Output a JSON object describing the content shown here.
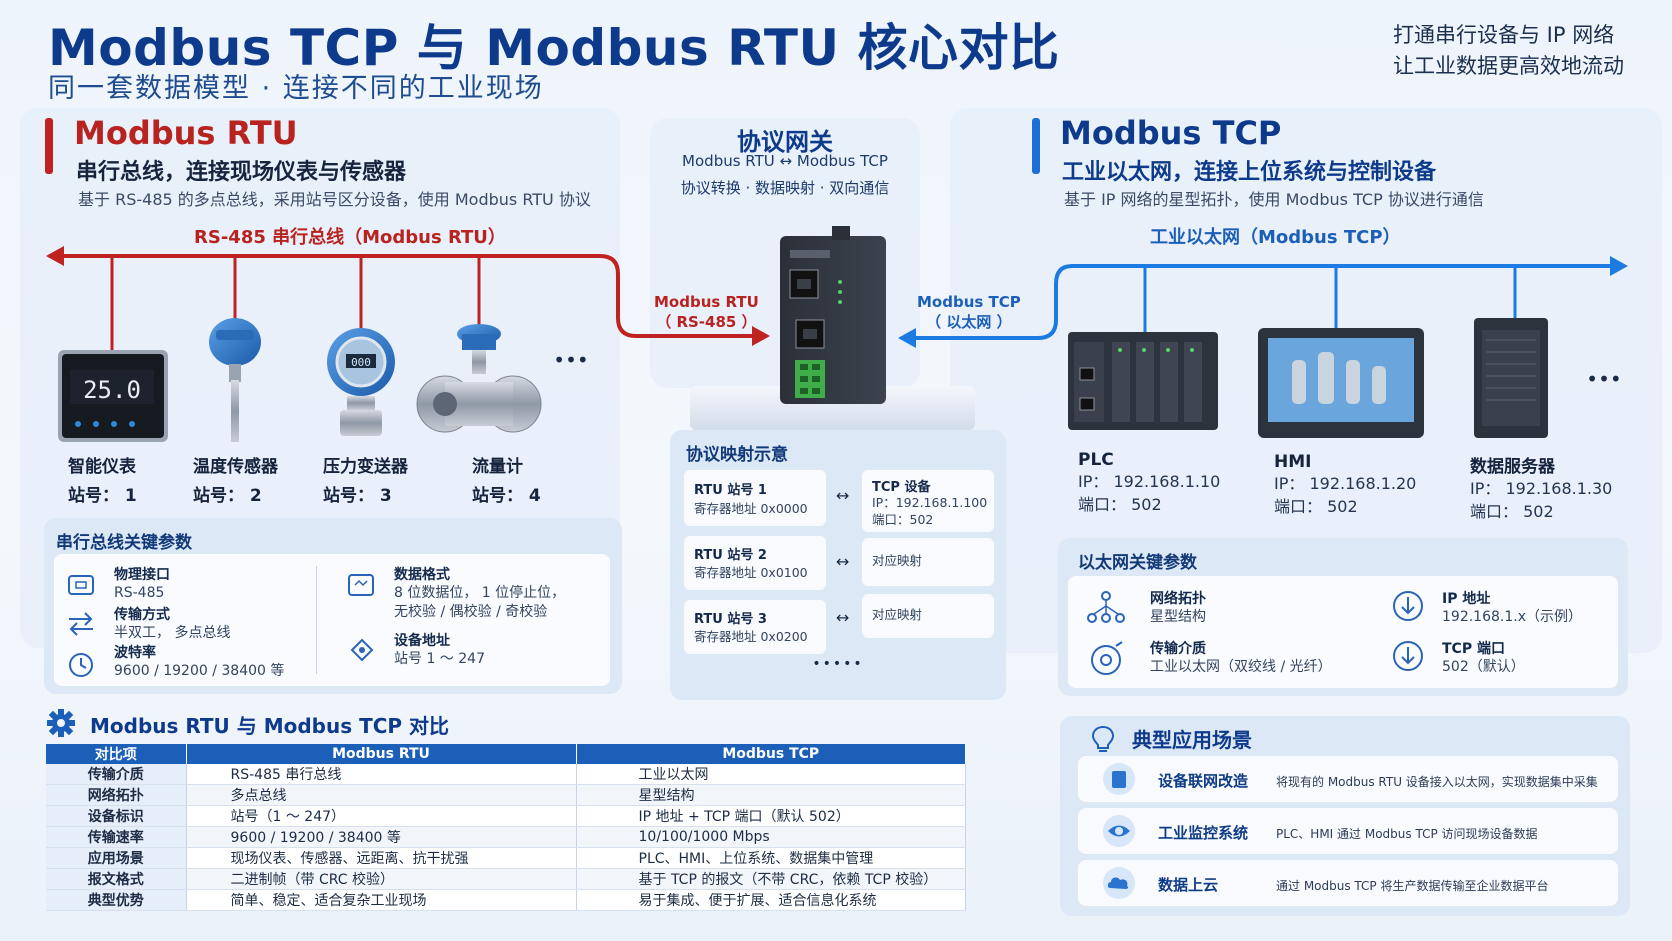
{
  "header": {
    "title": "Modbus TCP 与 Modbus RTU 核心对比",
    "subtitle": "同一套数据模型 · 连接不同的工业现场",
    "slogan_line1": "打通串行设备与 IP 网络",
    "slogan_line2": "让工业数据更高效地流动"
  },
  "rtu": {
    "title": "Modbus RTU",
    "heading": "串行总线，连接现场仪表与传感器",
    "description": "基于 RS-485 的多点总线，采用站号区分设备，使用 Modbus RTU 协议",
    "bus_label": "RS-485 串行总线（Modbus RTU）",
    "devices": [
      {
        "name": "智能仪表",
        "station": "站号： 1",
        "display": "25.0"
      },
      {
        "name": "温度传感器",
        "station": "站号： 2"
      },
      {
        "name": "压力变送器",
        "station": "站号： 3",
        "display": "000"
      },
      {
        "name": "流量计",
        "station": "站号： 4"
      }
    ],
    "more": "•••",
    "params": {
      "title": "串行总线关键参数",
      "items": [
        {
          "label": "物理接口",
          "value": "RS-485"
        },
        {
          "label": "传输方式",
          "value": "半双工， 多点总线"
        },
        {
          "label": "波特率",
          "value": "9600 / 19200 / 38400 等"
        },
        {
          "label": "数据格式",
          "value": "8 位数据位， 1 位停止位，",
          "value2": "无校验 / 偶校验 / 奇校验"
        },
        {
          "label": "设备地址",
          "value": "站号 1 ～ 247"
        }
      ]
    }
  },
  "gateway": {
    "title": "协议网关",
    "line1": "Modbus RTU ↔ Modbus TCP",
    "line2": "协议转换 · 数据映射 · 双向通信",
    "left_label1": "Modbus RTU",
    "left_label2": "（ RS-485 ）",
    "right_label1": "Modbus TCP",
    "right_label2": "（ 以太网 ）",
    "mapping_title": "协议映射示意",
    "mappings": [
      {
        "rtu": "RTU 站号 1",
        "reg": "寄存器地址 0x0000",
        "tcp": "TCP 设备",
        "tcp2": "IP：192.168.1.100",
        "tcp3": "端口：502"
      },
      {
        "rtu": "RTU 站号 2",
        "reg": "寄存器地址 0x0100",
        "tcp": "对应映射"
      },
      {
        "rtu": "RTU 站号 3",
        "reg": "寄存器地址 0x0200",
        "tcp": "对应映射"
      }
    ],
    "arrow": "↔",
    "more": "•••••"
  },
  "tcp": {
    "title": "Modbus TCP",
    "heading": "工业以太网，连接上位系统与控制设备",
    "description": "基于 IP 网络的星型拓扑，使用 Modbus TCP 协议进行通信",
    "bus_label": "工业以太网（Modbus TCP）",
    "devices": [
      {
        "name": "PLC",
        "ip": "IP： 192.168.1.10",
        "port": "端口： 502"
      },
      {
        "name": "HMI",
        "ip": "IP： 192.168.1.20",
        "port": "端口： 502"
      },
      {
        "name": "数据服务器",
        "ip": "IP： 192.168.1.30",
        "port": "端口： 502"
      }
    ],
    "more": "•••",
    "params": {
      "title": "以太网关键参数",
      "items": [
        {
          "label": "网络拓扑",
          "value": "星型结构"
        },
        {
          "label": "传输介质",
          "value": "工业以太网（双绞线 / 光纤）"
        },
        {
          "label": "IP 地址",
          "value": "192.168.1.x（示例）"
        },
        {
          "label": "TCP 端口",
          "value": "502（默认）"
        }
      ]
    }
  },
  "comparison": {
    "title": "Modbus RTU 与 Modbus TCP 对比",
    "headers": [
      "对比项",
      "Modbus RTU",
      "Modbus TCP"
    ],
    "rows": [
      [
        "传输介质",
        "RS-485 串行总线",
        "工业以太网"
      ],
      [
        "网络拓扑",
        "多点总线",
        "星型结构"
      ],
      [
        "设备标识",
        "站号（1 ～ 247）",
        "IP 地址 + TCP 端口（默认 502）"
      ],
      [
        "传输速率",
        "9600 / 19200 / 38400 等",
        "10/100/1000 Mbps"
      ],
      [
        "应用场景",
        "现场仪表、传感器、远距离、抗干扰强",
        "PLC、HMI、上位系统、数据集中管理"
      ],
      [
        "报文格式",
        "二进制帧（带 CRC 校验）",
        "基于 TCP 的报文（不带 CRC，依赖 TCP 校验）"
      ],
      [
        "典型优势",
        "简单、稳定、适合复杂工业现场",
        "易于集成、便于扩展、适合信息化系统"
      ]
    ]
  },
  "scenarios": {
    "title": "典型应用场景",
    "items": [
      {
        "name": "设备联网改造",
        "desc": "将现有的 Modbus RTU 设备接入以太网，实现数据集中采集"
      },
      {
        "name": "工业监控系统",
        "desc": "PLC、HMI 通过 Modbus TCP 访问现场设备数据"
      },
      {
        "name": "数据上云",
        "desc": "通过 Modbus TCP 将生产数据传输至企业数据平台"
      }
    ]
  },
  "colors": {
    "rtu": "#c0231f",
    "tcp": "#1c6fd6",
    "title": "#0e3a8c"
  }
}
